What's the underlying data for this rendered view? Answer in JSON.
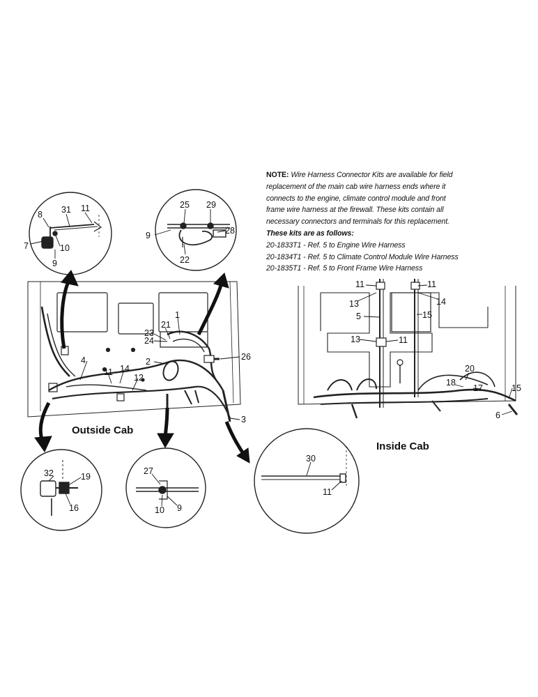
{
  "note": {
    "lead": "NOTE:",
    "lines": [
      "Wire Harness Connector Kits are available for field",
      "replacement of the main cab wire harness ends where it",
      "connects to the engine, climate control module and front",
      "frame wire harness at the firewall. These kits contain all",
      "necessary connectors and terminals for this replacement."
    ],
    "kits_intro": "These kits are as follows:",
    "kits": [
      "20-1833T1 - Ref. 5 to Engine Wire Harness",
      "20-1834T1 - Ref. 5 to Climate Control Module Wire Harness",
      "20-1835T1 - Ref. 5 to Front Frame Wire Harness"
    ]
  },
  "captions": {
    "outside": "Outside Cab",
    "inside": "Inside Cab"
  },
  "callouts": {
    "d1": [
      "8",
      "31",
      "11",
      "7",
      "10",
      "9"
    ],
    "d2": [
      "25",
      "29",
      "9",
      "28",
      "22"
    ],
    "outside": [
      "1",
      "21",
      "23",
      "24",
      "2",
      "26",
      "4",
      "11",
      "14",
      "12",
      "3"
    ],
    "inside": [
      "11",
      "11",
      "13",
      "14",
      "5",
      "15",
      "13",
      "11",
      "20",
      "18",
      "17",
      "15",
      "6"
    ],
    "d3": [
      "32",
      "19",
      "16"
    ],
    "d4": [
      "27",
      "10",
      "9"
    ],
    "d5": [
      "30",
      "11"
    ]
  }
}
